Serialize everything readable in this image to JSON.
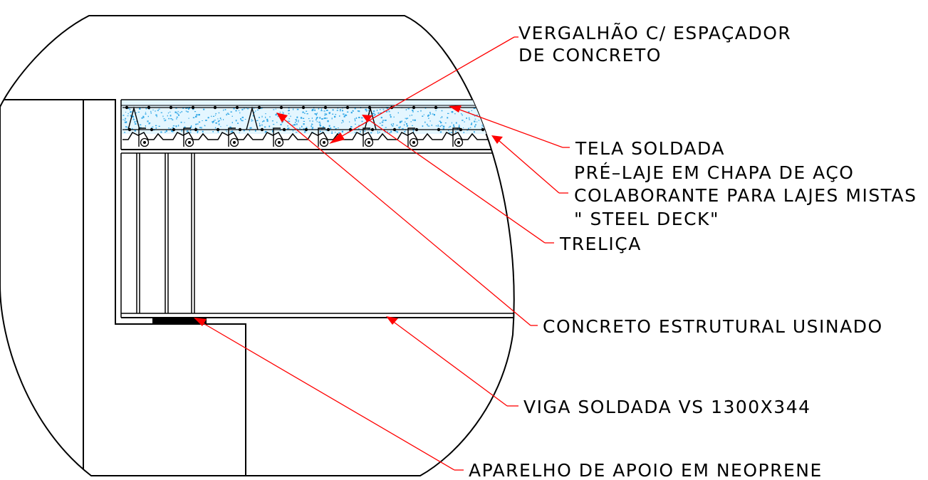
{
  "labels": {
    "vergalhao_1": "VERGALHÃO C/ ESPAÇADOR",
    "vergalhao_2": "DE CONCRETO",
    "tela": "TELA SOLDADA",
    "steel_deck_1": "PRÉ–LAJE EM CHAPA DE AÇO",
    "steel_deck_2": "COLABORANTE PARA LAJES MISTAS",
    "steel_deck_3": "\" STEEL DECK\"",
    "trelica": "TRELIÇA",
    "concreto": "CONCRETO ESTRUTURAL USINADO",
    "viga": "VIGA SOLDADA VS 1300X344",
    "aparelho": "APARELHO DE APOIO EM NEOPRENE"
  },
  "colors": {
    "leader": "#ff0000",
    "concrete_fill": "#e4f6ff",
    "concrete_speckle": "#33a8e6",
    "line": "#000000"
  }
}
